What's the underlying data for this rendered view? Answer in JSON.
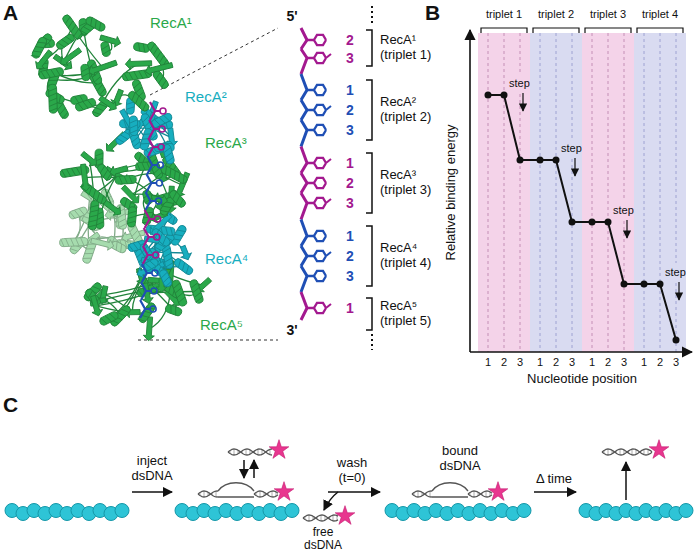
{
  "diagram": {
    "labels": [
      "A",
      "RecA¹",
      "RecA²",
      "RecA³",
      "RecA⁴",
      "RecA⁵",
      "5'",
      "2",
      "3",
      "1",
      "2",
      "3",
      "1",
      "2",
      "3",
      "1",
      "2",
      "3",
      "1",
      "3'",
      "RecA¹ (triplet 1)",
      "RecA² (triplet 2)",
      "RecA³ (triplet 3)",
      "RecA⁴ (triplet 4)",
      "RecA⁵ (triplet 5)",
      "B",
      "triplet 1",
      "triplet 2",
      "triplet 3",
      "triplet 4",
      "step",
      "step",
      "step",
      "step",
      "Relative binding energy",
      "Nucleotide position",
      "1",
      "2",
      "3",
      "1",
      "2",
      "3",
      "1",
      "2",
      "3",
      "1",
      "2",
      "3",
      "C",
      "inject dsDNA",
      "wash (t=0)",
      "bound dsDNA",
      "free dsDNA",
      "Δ time"
    ]
  }
}
